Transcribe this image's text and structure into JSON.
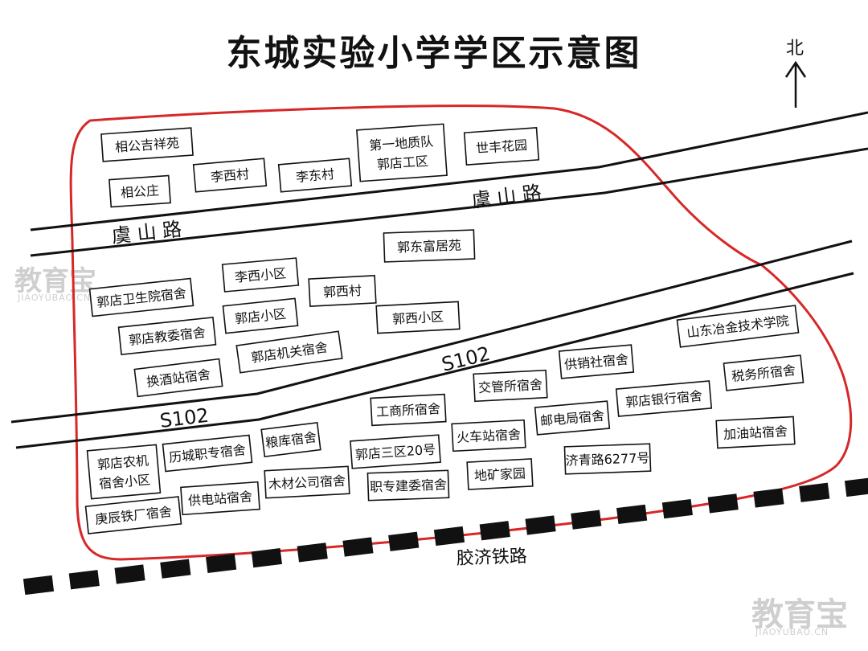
{
  "title": "东城实验小学学区示意图",
  "north": "北",
  "colors": {
    "boundary": "#d62828",
    "ink": "#111111",
    "watermark": "#cfcfcf"
  },
  "roads": {
    "yushan": {
      "label_left": "虞 山 路",
      "label_right": "虞 山 路"
    },
    "s102": {
      "label_left": "S102",
      "label_right": "S102"
    },
    "railway": {
      "label": "胶济铁路"
    }
  },
  "places": [
    {
      "id": "xianggongjixiangyuan",
      "lines": [
        "相公吉祥苑"
      ]
    },
    {
      "id": "xianggongzhuang",
      "lines": [
        "相公庄"
      ]
    },
    {
      "id": "lixicun",
      "lines": [
        "李西村"
      ]
    },
    {
      "id": "lidongcun",
      "lines": [
        "李东村"
      ]
    },
    {
      "id": "diyidizhidui",
      "lines": [
        "第一地质队",
        "郭店工区"
      ]
    },
    {
      "id": "shifenghuayuan",
      "lines": [
        "世丰花园"
      ]
    },
    {
      "id": "guodongfujuyuan",
      "lines": [
        "郭东富居苑"
      ]
    },
    {
      "id": "lixixiaoqu",
      "lines": [
        "李西小区"
      ]
    },
    {
      "id": "guodianweishengyuan",
      "lines": [
        "郭店卫生院宿舍"
      ]
    },
    {
      "id": "guoxicun",
      "lines": [
        "郭西村"
      ]
    },
    {
      "id": "guodianxiaoqu",
      "lines": [
        "郭店小区"
      ]
    },
    {
      "id": "guoxixiaoqu",
      "lines": [
        "郭西小区"
      ]
    },
    {
      "id": "guodianjiaowei",
      "lines": [
        "郭店教委宿舍"
      ]
    },
    {
      "id": "guodianjiguan",
      "lines": [
        "郭店机关宿舍"
      ]
    },
    {
      "id": "huanjiuzhan",
      "lines": [
        "换酒站宿舍"
      ]
    },
    {
      "id": "shandongyejin",
      "lines": [
        "山东冶金技术学院"
      ]
    },
    {
      "id": "gongxiaoshe",
      "lines": [
        "供销社宿舍"
      ]
    },
    {
      "id": "shuiwusuo",
      "lines": [
        "税务所宿舍"
      ]
    },
    {
      "id": "jiaoguansuo",
      "lines": [
        "交管所宿舍"
      ]
    },
    {
      "id": "guodianyinhang",
      "lines": [
        "郭店银行宿舍"
      ]
    },
    {
      "id": "gongshangsuo",
      "lines": [
        "工商所宿舍"
      ]
    },
    {
      "id": "youdianju",
      "lines": [
        "邮电局宿舍"
      ]
    },
    {
      "id": "jiayouzhan",
      "lines": [
        "加油站宿舍"
      ]
    },
    {
      "id": "huochezhan",
      "lines": [
        "火车站宿舍"
      ]
    },
    {
      "id": "guodiannongji",
      "lines": [
        "郭店农机",
        "宿舍小区"
      ]
    },
    {
      "id": "lichengzhizhuan",
      "lines": [
        "历城职专宿舍"
      ]
    },
    {
      "id": "liangku",
      "lines": [
        "粮库宿舍"
      ]
    },
    {
      "id": "guodiansanqu",
      "lines": [
        "郭店三区20号"
      ]
    },
    {
      "id": "jiqinglu",
      "lines": [
        "济青路6277号"
      ]
    },
    {
      "id": "dikuangjiayuan",
      "lines": [
        "地矿家园"
      ]
    },
    {
      "id": "mucaigongsi",
      "lines": [
        "木材公司宿舍"
      ]
    },
    {
      "id": "zhizhuanjianwei",
      "lines": [
        "职专建委宿舍"
      ]
    },
    {
      "id": "gongdianzhan",
      "lines": [
        "供电站宿舍"
      ]
    },
    {
      "id": "gengchentiechang",
      "lines": [
        "庚辰铁厂宿舍"
      ]
    }
  ],
  "watermark": {
    "text": "教育宝",
    "sub": "JIAOYUBAO.CN"
  }
}
